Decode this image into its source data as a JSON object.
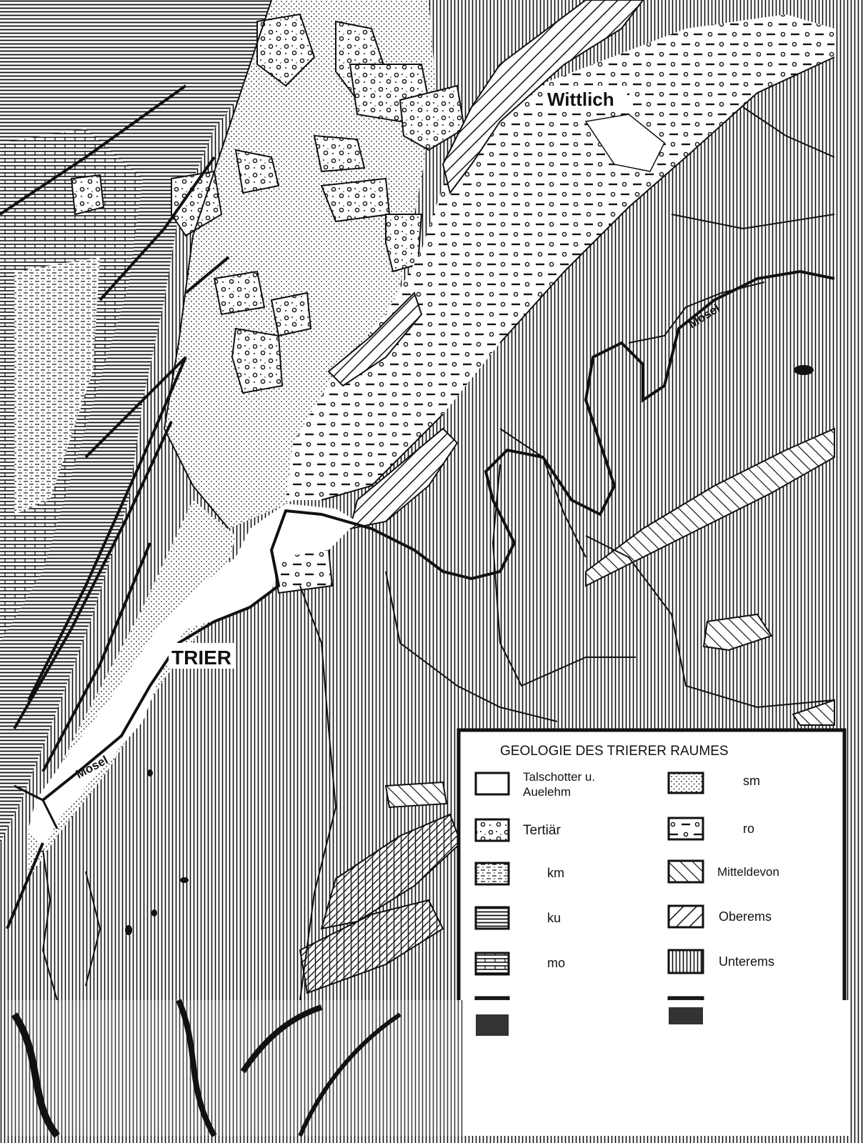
{
  "map": {
    "places": {
      "wittlich": "Wittlich",
      "trier": "TRIER",
      "mosel_east": "Mosel",
      "mosel_west": "Mosel"
    }
  },
  "legend": {
    "title": "GEOLOGIE DES TRIERER RAUMES",
    "items": [
      {
        "line1": "Talschotter u.",
        "line2": "Auelehm",
        "pattern": "blank"
      },
      {
        "line1": "Tertiär",
        "pattern": "dots-circles"
      },
      {
        "line1": "km",
        "pattern": "dashed-lines"
      },
      {
        "line1": "ku",
        "pattern": "dense-horizontal"
      },
      {
        "line1": "mo",
        "pattern": "horizontal-with-ticks"
      },
      {
        "line1": "sm",
        "pattern": "fine-dots"
      },
      {
        "line1": "ro",
        "pattern": "dashes-and-circles"
      },
      {
        "line1": "Mitteldevon",
        "pattern": "diagonal-hatch"
      },
      {
        "line1": "Oberems",
        "pattern": "reverse-diagonal-hatch"
      },
      {
        "line1": "Unterems",
        "pattern": "vertical-lines"
      }
    ]
  },
  "colors": {
    "ink": "#111111",
    "paper": "#ffffff"
  }
}
